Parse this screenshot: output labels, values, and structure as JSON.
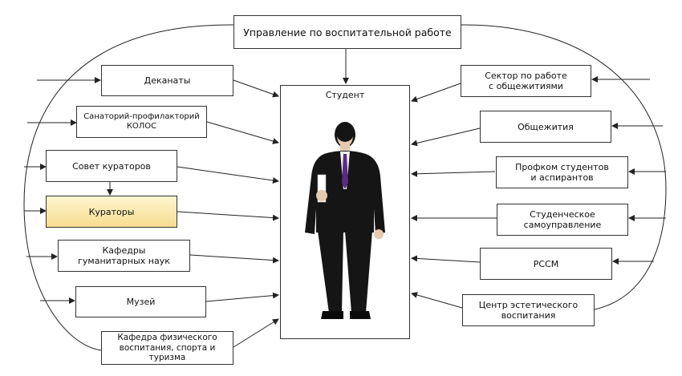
{
  "top_title": "Управление по воспитательной работе",
  "center_label": "Студент",
  "left_boxes": [
    "Деканаты",
    "Санаторий-профилакторий\nКОЛОС",
    "Совет кураторов",
    "Кураторы",
    "Кафедры\nгуманитарных наук",
    "Музей",
    "Кафедра физического\nвоспитания, спорта и\nтуризма"
  ],
  "right_boxes": [
    "Сектор по работе\nс общежитиями",
    "Общежития",
    "Профком студентов\nи аспирантов",
    "Студенческое\nсамоуправление",
    "РССМ",
    "Центр эстетического\nвоспитания"
  ],
  "colors": {
    "stroke": "#222222",
    "highlight": "#f6dc90",
    "suit": "#151515",
    "tie": "#5b2a86"
  },
  "icons": [
    "student-silhouette"
  ]
}
